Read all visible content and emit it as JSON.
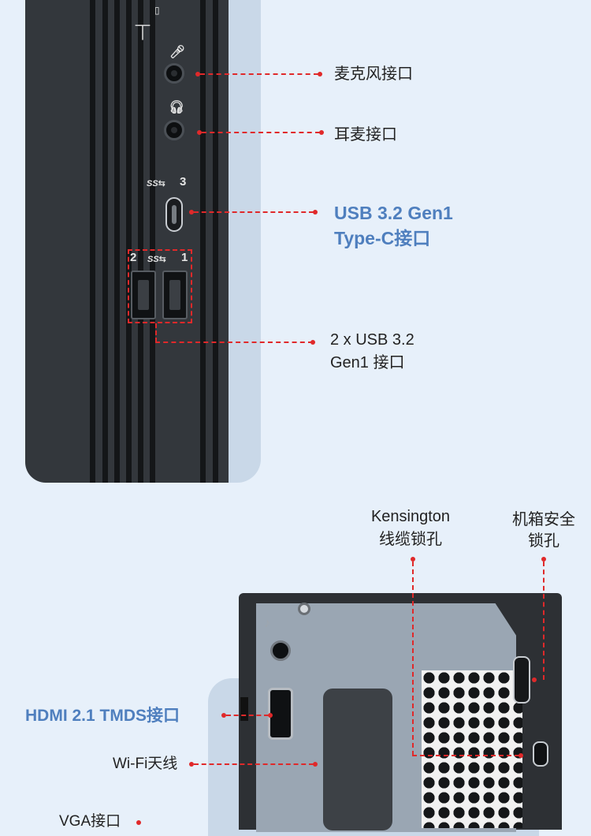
{
  "labels": {
    "mic": "麦克风接口",
    "headset": "耳麦接口",
    "usbc_line1": "USB 3.2 Gen1",
    "usbc_line2": "Type-C接口",
    "usba_line1": "2 x USB 3.2",
    "usba_line2": "Gen1 接口",
    "kensington_line1": "Kensington",
    "kensington_line2": "线缆锁孔",
    "chassis_lock_line1": "机箱安全",
    "chassis_lock_line2": "锁孔",
    "hdmi": "HDMI 2.1 TMDS接口",
    "wifi": "Wi-Fi天线",
    "vga": "VGA接口"
  },
  "front_marks": {
    "usbc_number": "3",
    "usba_left_number": "2",
    "usba_right_number": "1",
    "ss_symbol": "SS⇆"
  },
  "colors": {
    "accent_red": "#e0292a",
    "label_blue": "#4f7fbe",
    "chassis_dark": "#33373c",
    "background": "#e7f0fa"
  }
}
